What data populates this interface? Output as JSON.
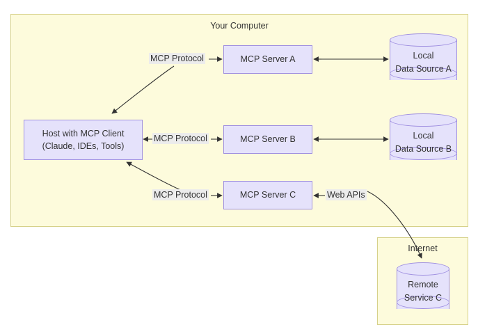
{
  "diagram": {
    "type": "architecture-flow",
    "title": "MCP architecture overview",
    "clusters": [
      {
        "id": "your-computer",
        "label": "Your Computer"
      },
      {
        "id": "internet",
        "label": "Internet"
      }
    ],
    "nodes": [
      {
        "id": "host",
        "shape": "rect",
        "line1": "Host with MCP Client",
        "line2": "(Claude, IDEs, Tools)"
      },
      {
        "id": "server-a",
        "shape": "rect",
        "line1": "MCP Server A",
        "line2": ""
      },
      {
        "id": "server-b",
        "shape": "rect",
        "line1": "MCP Server B",
        "line2": ""
      },
      {
        "id": "server-c",
        "shape": "rect",
        "line1": "MCP Server C",
        "line2": ""
      },
      {
        "id": "local-a",
        "shape": "cylinder",
        "line1": "Local",
        "line2": "Data Source A"
      },
      {
        "id": "local-b",
        "shape": "cylinder",
        "line1": "Local",
        "line2": "Data Source B"
      },
      {
        "id": "remote-c",
        "shape": "cylinder",
        "line1": "Remote",
        "line2": "Service C"
      }
    ],
    "edge_labels": {
      "mcp_protocol_a": "MCP Protocol",
      "mcp_protocol_b": "MCP Protocol",
      "mcp_protocol_c": "MCP Protocol",
      "web_apis": "Web APIs"
    },
    "edges": [
      {
        "from": "server-a",
        "to": "host",
        "label": "MCP Protocol",
        "style": "curved",
        "arrow": "end"
      },
      {
        "from": "host",
        "to": "server-b",
        "label": "MCP Protocol",
        "style": "straight",
        "arrow": "both"
      },
      {
        "from": "server-c",
        "to": "host",
        "label": "MCP Protocol",
        "style": "curved",
        "arrow": "end"
      },
      {
        "from": "server-a",
        "to": "local-a",
        "label": "",
        "style": "straight",
        "arrow": "both"
      },
      {
        "from": "server-b",
        "to": "local-b",
        "label": "",
        "style": "straight",
        "arrow": "both"
      },
      {
        "from": "server-c",
        "to": "remote-c",
        "label": "Web APIs",
        "style": "curved",
        "arrow": "both"
      }
    ],
    "colors": {
      "cluster_fill": "#fdfbdc",
      "cluster_stroke": "#d6d18a",
      "node_fill": "#e5e2fb",
      "node_stroke": "#9f8fe0",
      "edge_stroke": "#333333",
      "label_fill": "#ececec",
      "text": "#333333",
      "background": "#ffffff"
    }
  }
}
